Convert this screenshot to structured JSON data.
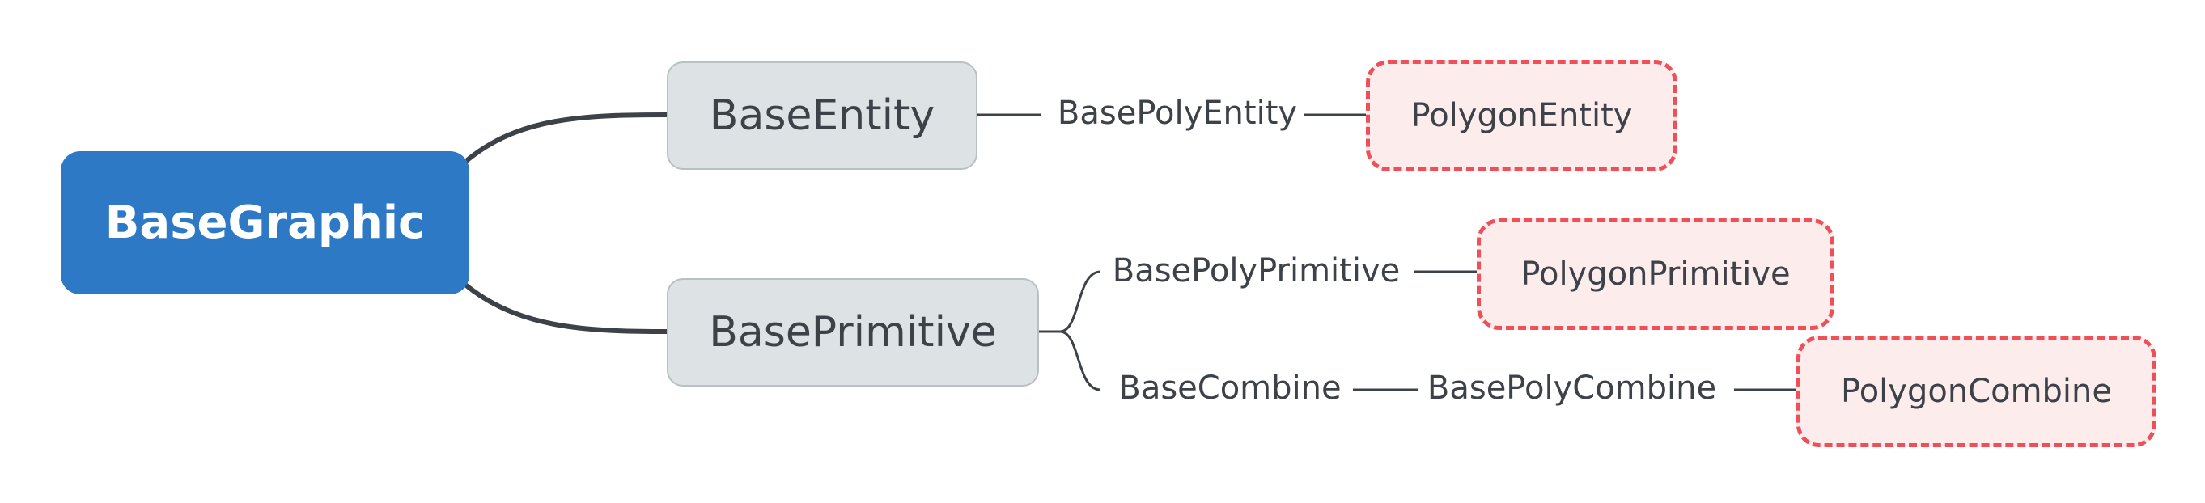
{
  "diagram": {
    "root": {
      "label": "BaseGraphic"
    },
    "nodes": {
      "base_entity": "BaseEntity",
      "base_primitive": "BasePrimitive",
      "base_poly_entity": "BasePolyEntity",
      "polygon_entity": "PolygonEntity",
      "base_poly_primitive": "BasePolyPrimitive",
      "polygon_primitive": "PolygonPrimitive",
      "base_combine": "BaseCombine",
      "base_poly_combine": "BasePolyCombine",
      "polygon_combine": "PolygonCombine"
    },
    "edges": [
      {
        "from": "root",
        "to": "base_entity"
      },
      {
        "from": "root",
        "to": "base_primitive"
      },
      {
        "from": "base_entity",
        "to": "base_poly_entity"
      },
      {
        "from": "base_poly_entity",
        "to": "polygon_entity"
      },
      {
        "from": "base_primitive",
        "to": "base_poly_primitive"
      },
      {
        "from": "base_primitive",
        "to": "base_combine"
      },
      {
        "from": "base_poly_primitive",
        "to": "polygon_primitive"
      },
      {
        "from": "base_combine",
        "to": "base_poly_combine"
      },
      {
        "from": "base_poly_combine",
        "to": "polygon_combine"
      }
    ],
    "colors": {
      "root_fill": "#2d79c6",
      "main_topic_fill": "#dde3e5",
      "main_topic_border": "#b9c0c2",
      "leaf_fill": "#fdecec",
      "leaf_border": "#ee4f58",
      "connector": "#3d4148",
      "text": "#3d4148"
    }
  }
}
